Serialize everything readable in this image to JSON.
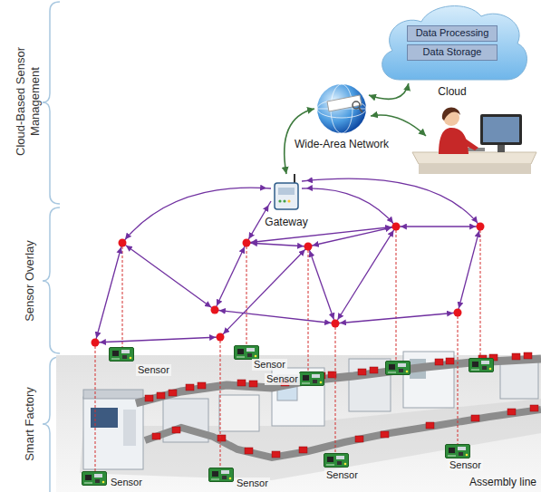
{
  "diagram": {
    "nodes": [
      {
        "text": [
          "Cloud"
        ]
      },
      {
        "text": [
          "Data Processing"
        ],
        "in": 0
      },
      {
        "text": [
          "Data Storage"
        ],
        "in": 0
      },
      {
        "text": [
          "Wide-Area Network"
        ]
      },
      {
        "text": [
          "Gateway"
        ]
      }
    ],
    "edges": [
      {
        "from": 0,
        "to": 3,
        "arrow": "both"
      },
      {
        "from": 3,
        "to": 4,
        "arrow": "both"
      }
    ],
    "labels": [
      "Cloud-Based Sensor Management",
      "Sensor Overlay",
      "Smart Factory",
      "Sensor",
      "Sensor",
      "Sensor",
      "Sensor",
      "Sensor",
      "Sensor",
      "Sensor",
      "Assembly line"
    ]
  }
}
